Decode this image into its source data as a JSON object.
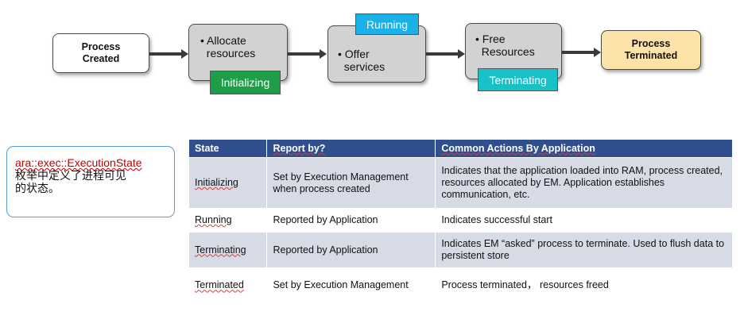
{
  "flow": {
    "process_created": "Process Created",
    "allocate": "• Allocate\n  resources",
    "initializing_badge": "Initializing",
    "running_badge": "Running",
    "offer": "• Offer\n  services",
    "free": "• Free\n  Resources",
    "terminating_badge": "Terminating",
    "process_terminated": "Process Terminated"
  },
  "note": {
    "line1": "ara::exec::ExecutionState",
    "line2": "枚举中定义了进程可见",
    "line3": "的状态。"
  },
  "table": {
    "headers": [
      "State",
      "Report by?",
      "Common Actions By Application"
    ],
    "rows": [
      {
        "state": "Initializing",
        "report": "Set by Execution Management when process created",
        "action": "Indicates that the application loaded into RAM, process created, resources allocated by EM. Application establishes communication, etc."
      },
      {
        "state": "Running",
        "report": "Reported by Application",
        "action": "Indicates successful start"
      },
      {
        "state": "Terminating",
        "report": "Reported by Application",
        "action": "Indicates EM “asked” process to terminate. Used to flush data to persistent store"
      },
      {
        "state": "Terminated",
        "report": "Set by Execution Management",
        "action": "Process terminated， resources freed"
      }
    ]
  },
  "colors": {
    "initializing": "#1e9e48",
    "running": "#1ab0e8",
    "terminating": "#17c1c8",
    "table_header": "#2f4f8f",
    "table_row_alt": "#d6dbe6",
    "process_terminated_fill": "#fde3a8"
  }
}
